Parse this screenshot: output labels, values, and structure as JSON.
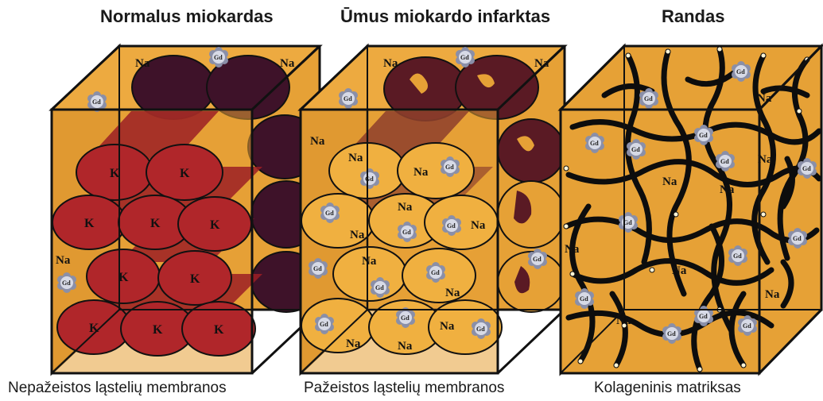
{
  "panels": [
    {
      "title": "Normalus miokardas",
      "caption": "Nepažeistos ląstelių membranos",
      "labels": {
        "cell": "K",
        "ion": "Na",
        "agent": "Gd"
      }
    },
    {
      "title": "Ūmus miokardo infarktas",
      "caption": "Pažeistos ląstelių membranos",
      "labels": {
        "cell": "Na",
        "ion": "Na",
        "agent": "Gd"
      }
    },
    {
      "title": "Randas",
      "caption": "Kolageninis matriksas",
      "labels": {
        "ion": "Na",
        "agent": "Gd"
      }
    }
  ],
  "colors": {
    "box_fill": "#E6A136",
    "outline": "#111111",
    "healthy_cell": "#B0262A",
    "back_cell": "#3E1229",
    "damaged_cell": "#F0B040",
    "necrotic": "#5A1A24",
    "collagen": "#0d0d0d",
    "gd_icon": "#8A8FA8"
  }
}
